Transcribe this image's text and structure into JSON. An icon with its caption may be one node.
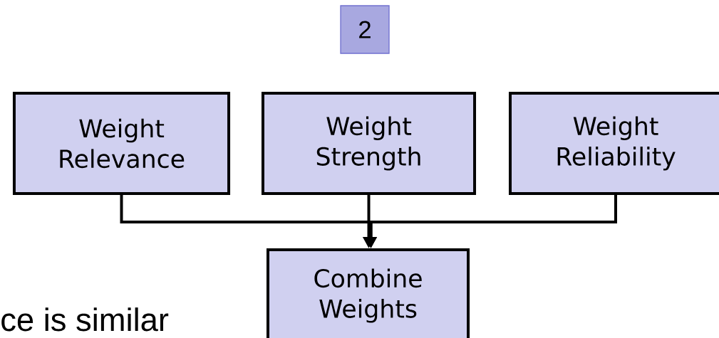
{
  "diagram": {
    "nodes": [
      {
        "text": [
          "2"
        ]
      },
      {
        "text": [
          "Weight Relevance"
        ]
      },
      {
        "text": [
          "Weight Strength"
        ]
      },
      {
        "text": [
          "Weight Reliability"
        ]
      },
      {
        "text": [
          "Combine Weights"
        ]
      }
    ],
    "edges": [
      {
        "from": 1,
        "to": 4,
        "arrow": "to"
      },
      {
        "from": 2,
        "to": 4,
        "arrow": "to"
      },
      {
        "from": 3,
        "to": 4,
        "arrow": "to"
      }
    ],
    "labels": [
      "ce is similar"
    ]
  }
}
